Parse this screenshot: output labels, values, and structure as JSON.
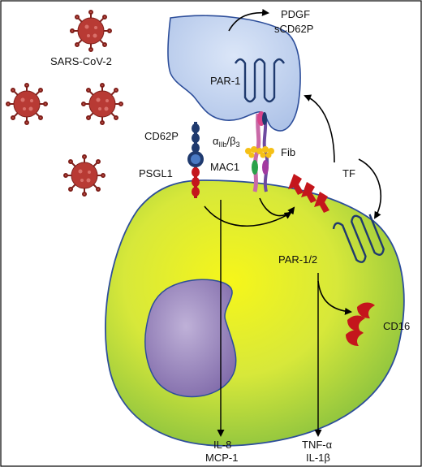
{
  "labels": {
    "sars": "SARS-CoV-2",
    "pdgf": "PDGF",
    "scd62p": "sCD62P",
    "par1": "PAR-1",
    "cd62p": "CD62P",
    "integrin_alpha": "α",
    "integrin_sub": "IIb",
    "integrin_beta": "/β",
    "integrin_beta_sub": "3",
    "fib": "Fib",
    "psgl1": "PSGL1",
    "mac1": "MAC1",
    "tf": "TF",
    "par12": "PAR-1/2",
    "cd16": "CD16",
    "il8": "IL-8",
    "mcp1": "MCP-1",
    "tnfa": "TNF-α",
    "il1b": "IL-1β"
  },
  "colors": {
    "platelet": "#c9d8f2",
    "platelet_stroke": "#2d4e9a",
    "cell_core": "#f6f61a",
    "cell_edge": "#8ec43f",
    "nucleus": "#9a86bd",
    "virus": "#c0392b",
    "receptor": "#1f3a6e",
    "tf": "#c4161c",
    "fib": "#f5c016"
  }
}
